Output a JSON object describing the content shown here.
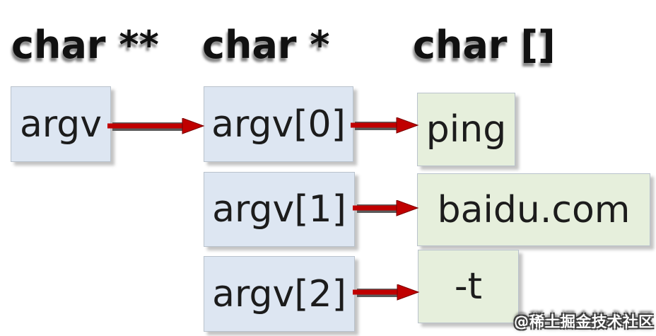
{
  "headings": {
    "char_ptr_ptr": "char **",
    "char_ptr": "char *",
    "char_array": "char []"
  },
  "boxes": {
    "argv": {
      "label": "argv",
      "type": "pointer-to-pointer"
    },
    "argv0": {
      "label": "argv[0]",
      "type": "pointer"
    },
    "argv1": {
      "label": "argv[1]",
      "type": "pointer"
    },
    "argv2": {
      "label": "argv[2]",
      "type": "pointer"
    },
    "ping": {
      "label": "ping",
      "type": "char-array"
    },
    "baidu": {
      "label": "baidu.com",
      "type": "char-array"
    },
    "t": {
      "label": "-t",
      "type": "char-array"
    }
  },
  "arrows": [
    {
      "from": "argv",
      "to": "argv[0]"
    },
    {
      "from": "argv[0]",
      "to": "ping"
    },
    {
      "from": "argv[1]",
      "to": "baidu.com"
    },
    {
      "from": "argv[2]",
      "to": "-t"
    }
  ],
  "colors": {
    "pointer_box_bg": "#dde6f2",
    "string_box_bg": "#e6efdc",
    "box_border": "#b9c2cc",
    "arrow_red": "#c00000",
    "arrow_shadow": "#5a5a5a",
    "heading_text": "#111111",
    "box_text": "#1c1c1c",
    "watermark_text": "#ffffff"
  },
  "watermark": {
    "text": "@稀土掘金技术社区"
  }
}
